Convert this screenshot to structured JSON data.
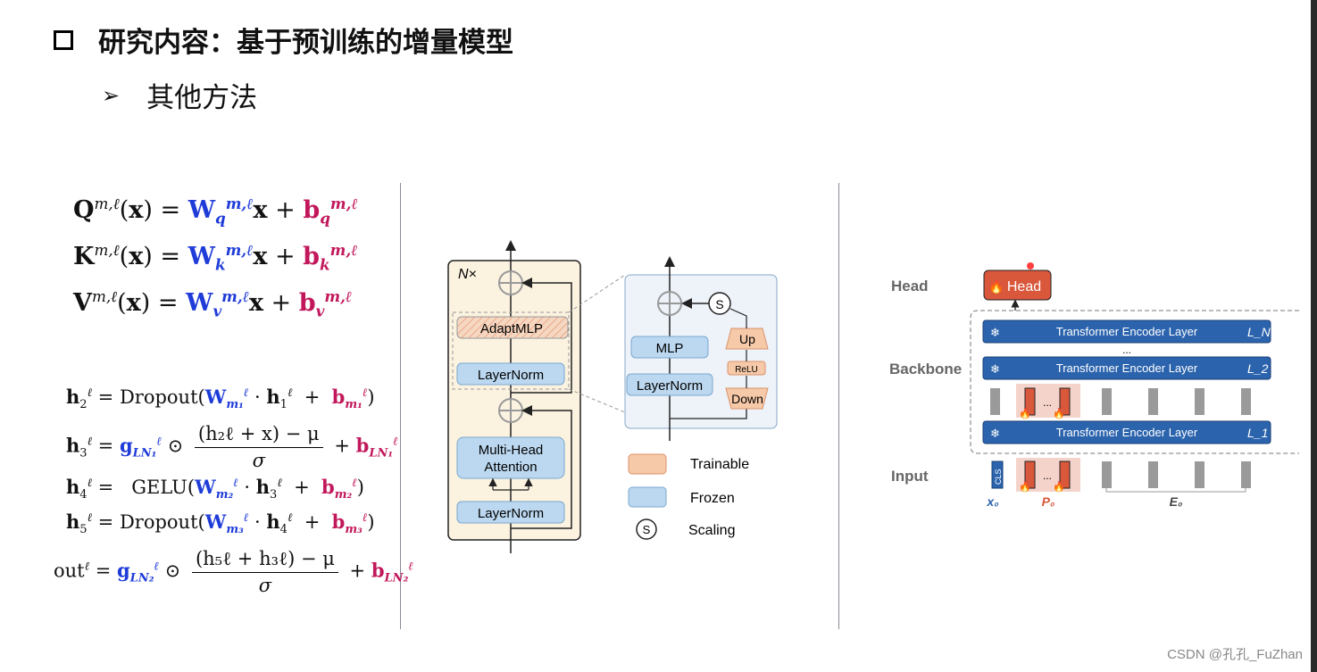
{
  "slide": {
    "title": "研究内容：基于预训练的增量模型",
    "subtitle": "其他方法",
    "watermark": "CSDN @孔孔_FuZhan"
  },
  "equations": {
    "qkv": [
      {
        "lhs": "Q",
        "sup": "m,ℓ",
        "w_sub": "q",
        "b_sub": "q"
      },
      {
        "lhs": "K",
        "sup": "m,ℓ",
        "w_sub": "k",
        "b_sub": "k"
      },
      {
        "lhs": "V",
        "sup": "m,ℓ",
        "w_sub": "v",
        "b_sub": "v"
      }
    ],
    "h2": {
      "fn": "Dropout",
      "w_sub": "m₁",
      "h_sub": "1",
      "b_sub": "m₁"
    },
    "h3": {
      "g_sub": "LN₁",
      "num": "(h₂ℓ + x) − μ",
      "den": "σ",
      "b_sub": "LN₁"
    },
    "h4": {
      "fn": "GELU",
      "w_sub": "m₂",
      "h_sub": "3",
      "b_sub": "m₂"
    },
    "h5": {
      "fn": "Dropout",
      "w_sub": "m₃",
      "h_sub": "4",
      "b_sub": "m₃"
    },
    "out": {
      "lhs": "out",
      "g_sub": "LN₂",
      "num": "(h₅ℓ + h₃ℓ) − μ",
      "den": "σ",
      "b_sub": "LN₂"
    }
  },
  "adaptformer": {
    "repeat_label": "N×",
    "blocks": {
      "adapt_mlp": "AdaptMLP",
      "layernorm_top": "LayerNorm",
      "mha_line1": "Multi-Head",
      "mha_line2": "Attention",
      "layernorm_bottom": "LayerNorm"
    },
    "detail": {
      "mlp": "MLP",
      "layernorm": "LayerNorm",
      "up": "Up",
      "relu": "ReLU",
      "down": "Down",
      "scaling_symbol": "S"
    },
    "legend": [
      {
        "label": "Trainable",
        "color": "#f6c9a8"
      },
      {
        "label": "Frozen",
        "color": "#bcd8f0"
      },
      {
        "label": "Scaling",
        "symbol": "S"
      }
    ]
  },
  "prompt_model": {
    "labels": {
      "head": "Head",
      "backbone": "Backbone",
      "input": "Input"
    },
    "head_button": "Head",
    "layers": [
      {
        "label": "Transformer Encoder Layer",
        "index": "L_N"
      },
      {
        "label": "Transformer Encoder Layer",
        "index": "L_2"
      },
      {
        "label": "Transformer Encoder Layer",
        "index": "L_1"
      }
    ],
    "ellipsis": "...",
    "cls_token": "CLS",
    "input_labels": {
      "x0": "x₀",
      "p0": "P₀",
      "e0": "E₀"
    },
    "colors": {
      "layer": "#2b63ad",
      "head": "#d9573b",
      "prompt": "#d9573b",
      "token": "#9a9a9a"
    }
  }
}
